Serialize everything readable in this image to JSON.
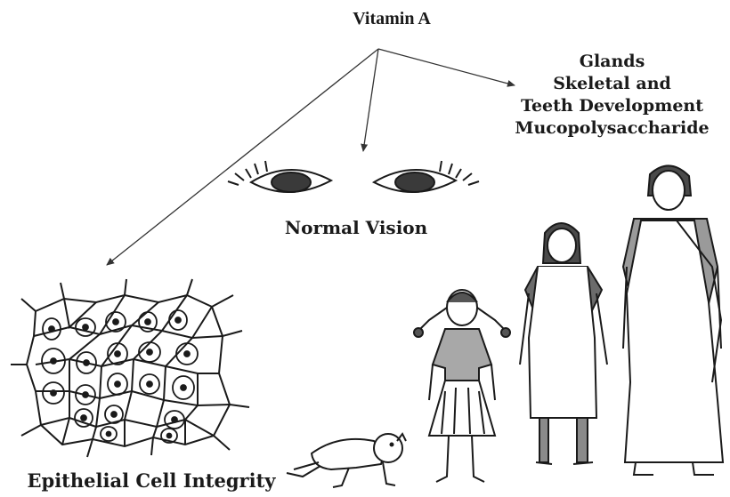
{
  "title": "Vitamin A",
  "functions": [
    "Glands",
    "Skeletal and",
    "Teeth Development",
    "Mucopolysaccharide"
  ],
  "vision_label": "Normal Vision",
  "epithelial_label": "Epithelial Cell Integrity",
  "colors": {
    "ink": "#1a1a1a",
    "background": "#ffffff",
    "skin_shade": "#bdbdbd"
  }
}
